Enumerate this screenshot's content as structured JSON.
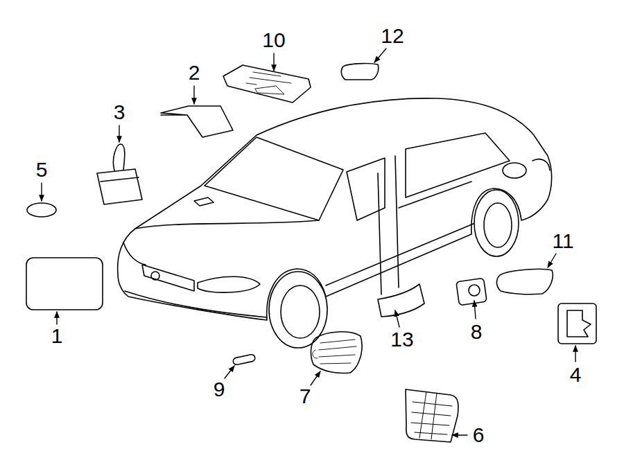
{
  "diagram": {
    "labels": [
      "12",
      "10",
      "2",
      "3",
      "5",
      "11",
      "8",
      "1",
      "13",
      "4",
      "9",
      "7",
      "6"
    ]
  }
}
